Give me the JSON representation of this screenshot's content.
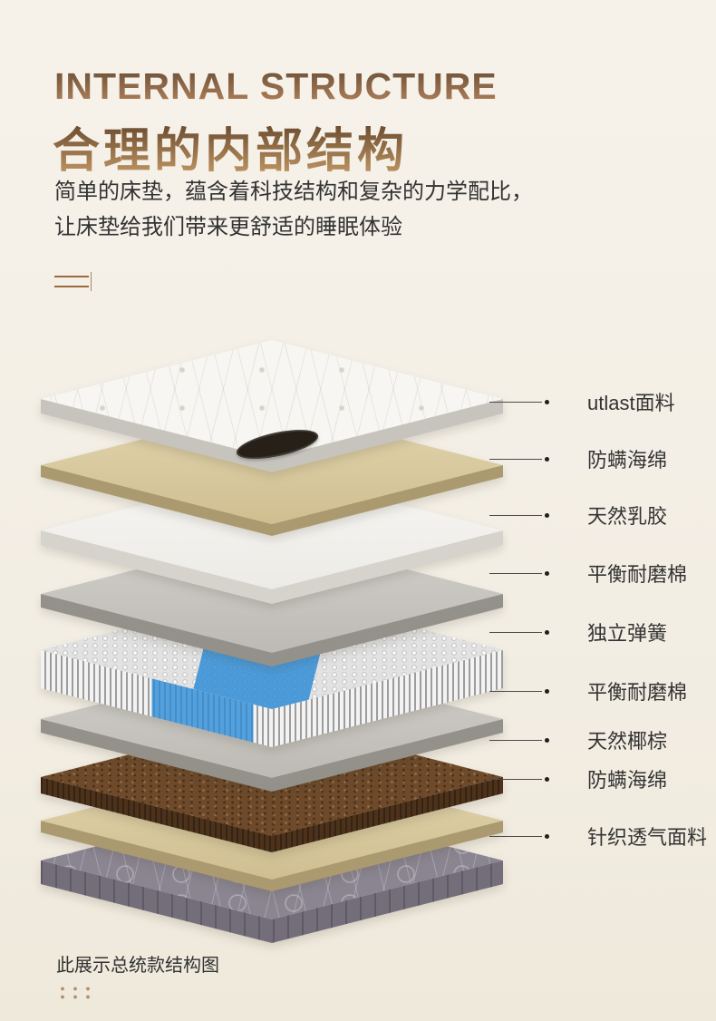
{
  "header": {
    "title_en": "INTERNAL STRUCTURE",
    "title_zh": "合理的内部结构",
    "description_line1": "简单的床垫，蕴含着科技结构和复杂的力学配比，",
    "description_line2": "让床垫给我们带来更舒适的睡眠体验"
  },
  "diagram": {
    "layers": [
      {
        "label": "utlast面料",
        "material": "utlast-fabric"
      },
      {
        "label": "防螨海绵",
        "material": "anti-mite-sponge"
      },
      {
        "label": "天然乳胶",
        "material": "natural-latex"
      },
      {
        "label": "平衡耐磨棉",
        "material": "balance-wear-resistant-cotton"
      },
      {
        "label": "独立弹簧",
        "material": "independent-pocket-springs"
      },
      {
        "label": "平衡耐磨棉",
        "material": "balance-wear-resistant-cotton"
      },
      {
        "label": "天然椰棕",
        "material": "natural-coconut-palm"
      },
      {
        "label": "防螨海绵",
        "material": "anti-mite-sponge"
      },
      {
        "label": "针织透气面料",
        "material": "knitted-breathable-fabric"
      }
    ]
  },
  "footer": {
    "caption": "此展示总统款结构图"
  },
  "colors": {
    "accent": "#9a6a3f",
    "title_gradient_from": "#6b4f37",
    "title_gradient_to": "#b2825a",
    "spring_blue": "#2b8bd6",
    "text": "#333333",
    "background": "#f3eee4"
  }
}
